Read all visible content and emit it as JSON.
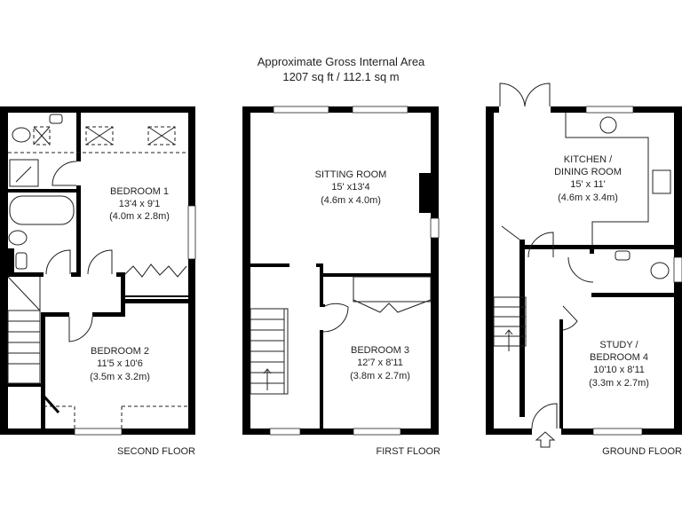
{
  "header": {
    "title_line1": "Approximate Gross Internal Area",
    "title_line2": "1207 sq ft / 112.1 sq m"
  },
  "floors": [
    {
      "name": "SECOND FLOOR",
      "rooms": [
        {
          "name": "BEDROOM 1",
          "imperial": "13'4 x 9'1",
          "metric": "(4.0m x 2.8m)"
        },
        {
          "name": "BEDROOM 2",
          "imperial": "11'5 x 10'6",
          "metric": "(3.5m x 3.2m)"
        }
      ]
    },
    {
      "name": "FIRST FLOOR",
      "rooms": [
        {
          "name": "SITTING ROOM",
          "imperial": "15' x13'4",
          "metric": "(4.6m x 4.0m)"
        },
        {
          "name": "BEDROOM 3",
          "imperial": "12'7 x 8'11",
          "metric": "(3.8m x 2.7m)"
        }
      ]
    },
    {
      "name": "GROUND FLOOR",
      "rooms": [
        {
          "name_line1": "KITCHEN /",
          "name_line2": "DINING ROOM",
          "imperial": "15' x 11'",
          "metric": "(4.6m x 3.4m)"
        },
        {
          "name_line1": "STUDY /",
          "name_line2": "BEDROOM 4",
          "imperial": "10'10 x 8'11",
          "metric": "(3.3m x 2.7m)"
        }
      ]
    }
  ],
  "icons": [
    "entrance-arrow-icon",
    "toilet-icon",
    "sink-icon",
    "shower-icon",
    "bath-icon",
    "hob-icon",
    "skylight-icon",
    "stairs-icon"
  ]
}
